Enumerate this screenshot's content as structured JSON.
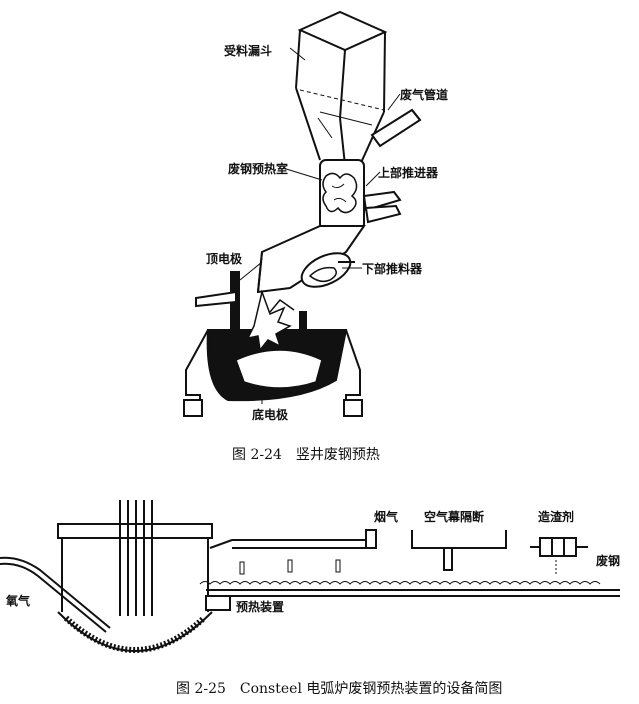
{
  "fig1": {
    "labels": {
      "hopper": "受料漏斗",
      "offgas_duct": "废气管道",
      "preheat_chamber": "废钢预热室",
      "upper_pusher": "上部推进器",
      "top_electrode": "顶电极",
      "lower_pusher": "下部推料器",
      "bottom_electrode": "底电极"
    },
    "caption": "图 2-24　竖井废钢预热"
  },
  "fig2": {
    "labels": {
      "flue_gas": "烟气",
      "air_curtain": "空气幕隔断",
      "slag_former": "造渣剂",
      "scrap": "废钢",
      "oxygen": "氧气",
      "preheat_device": "预热装置"
    },
    "caption": "图 2-25　Consteel 电弧炉废钢预热装置的设备简图"
  },
  "colors": {
    "ink": "#111111",
    "paper": "#ffffff"
  }
}
